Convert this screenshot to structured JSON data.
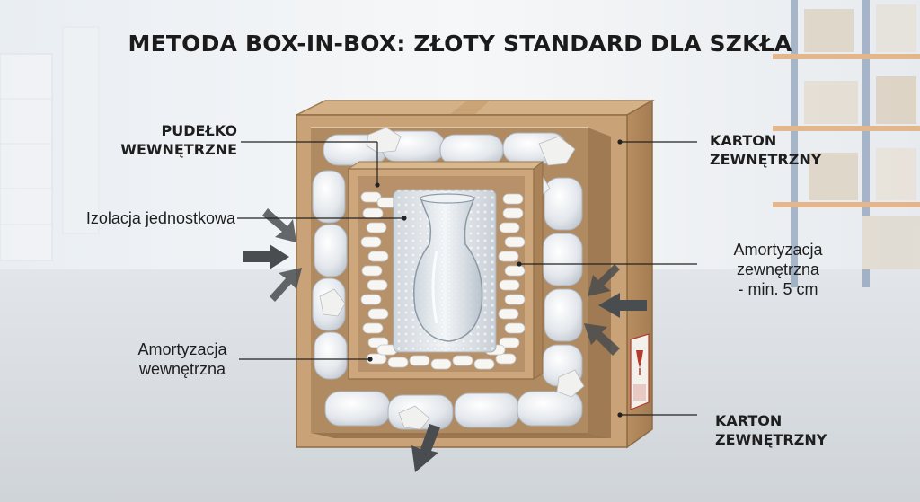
{
  "title": "METODA BOX-IN-BOX: ZŁOTY STANDARD DLA SZKŁA",
  "labels": {
    "inner_box": {
      "line1": "PUDEŁKO",
      "line2": "WEWNĘTRZNE"
    },
    "unit_isolation": "Izolacja jednostkowa",
    "inner_cushioning": {
      "line1": "Amortyzacja",
      "line2": "wewnętrzna"
    },
    "outer_carton_top": {
      "line1": "KARTON",
      "line2": "ZEWNĘTRZNY"
    },
    "outer_cushioning": {
      "line1": "Amortyzacja",
      "line2": "zewnętrzna",
      "line3": "- min. 5 cm"
    },
    "outer_carton_bottom": {
      "line1": "KARTON",
      "line2": "ZEWNĘTRZNY"
    }
  },
  "colors": {
    "cardboard": "#c9a277",
    "cardboard_dark": "#a88257",
    "cardboard_light": "#dcbb92",
    "air_pillow": "#dfe3e8",
    "peanut": "#f6f5f1",
    "arrow": "#4a4d50",
    "text": "#1e1e1e"
  },
  "icons": [
    "force-arrow-icon",
    "fragile-label-icon",
    "glass-vase-icon"
  ]
}
